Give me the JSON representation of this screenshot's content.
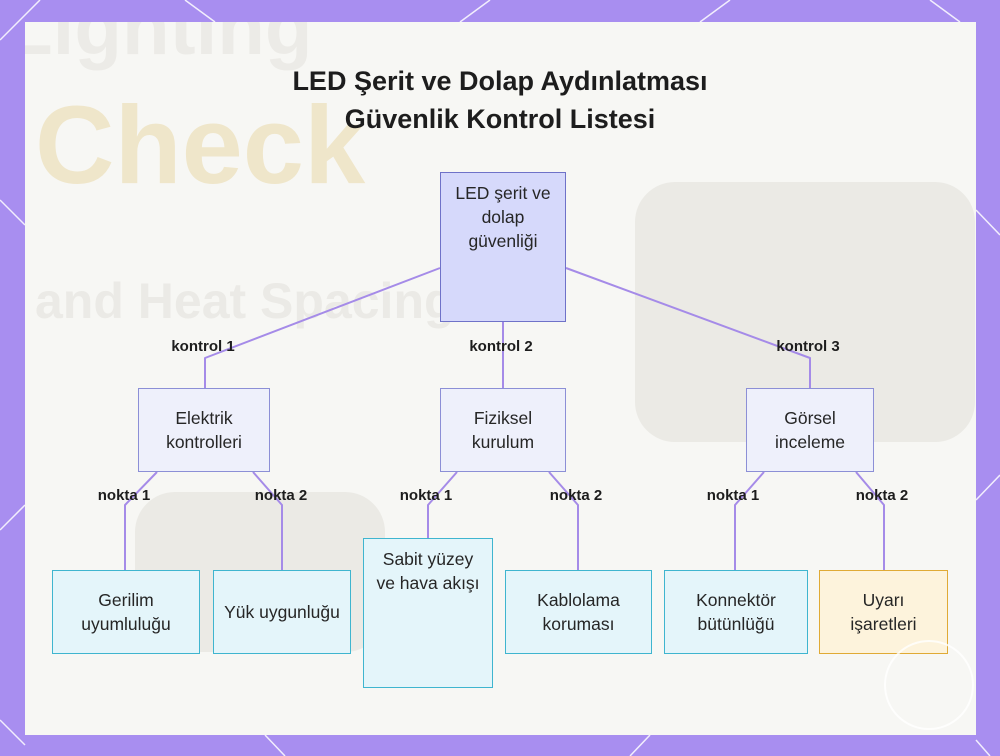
{
  "title_lines": [
    "LED Şerit ve Dolap Aydınlatması",
    "Güvenlik Kontrol Listesi"
  ],
  "background_words": [
    "Lighting",
    "Check",
    "and Heat Spacing"
  ],
  "colors": {
    "frame": "#a88ef0",
    "connector": "#a58be8",
    "root_fill": "#d6d9fb",
    "leaf_border": "#3fb5cf",
    "warning_border": "#e0aa35"
  },
  "root": {
    "label": "LED şerit ve dolap güvenliği"
  },
  "branches": [
    {
      "edge_label": "kontrol 1",
      "label": "Elektrik kontrolleri",
      "children": [
        {
          "edge_label": "nokta 1",
          "label": "Gerilim uyumluluğu"
        },
        {
          "edge_label": "nokta 2",
          "label": "Yük uygunluğu"
        }
      ]
    },
    {
      "edge_label": "kontrol 2",
      "label": "Fiziksel kurulum",
      "children": [
        {
          "edge_label": "nokta 1",
          "label": "Sabit yüzey ve hava akışı"
        },
        {
          "edge_label": "nokta 2",
          "label": "Kablolama koruması"
        }
      ]
    },
    {
      "edge_label": "kontrol 3",
      "label": "Görsel inceleme",
      "children": [
        {
          "edge_label": "nokta 1",
          "label": "Konnektör bütünlüğü"
        },
        {
          "edge_label": "nokta 2",
          "label": "Uyarı işaretleri"
        }
      ]
    }
  ]
}
